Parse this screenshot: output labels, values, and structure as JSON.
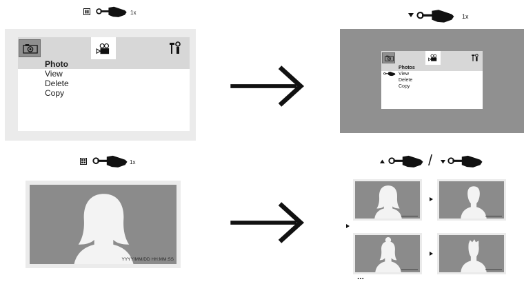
{
  "steps": [
    {
      "button_icon": "play-pause-icon",
      "hand_icon": "pointing-hand-icon",
      "count": "1x"
    },
    {
      "button_icon": "down-triangle-icon",
      "hand_icon": "pointing-hand-icon",
      "count": "1x"
    },
    {
      "button_icon": "grid-icon",
      "hand_icon": "pointing-hand-icon",
      "count": "1x"
    }
  ],
  "nav_step": {
    "up_icon": "up-triangle-icon",
    "separator": "/",
    "down_icon": "down-triangle-icon"
  },
  "menu_large": {
    "tabs": [
      "camera-icon",
      "video-camera-icon",
      "tools-icon"
    ],
    "items": [
      "Photo",
      "View",
      "Delete",
      "Copy"
    ],
    "selected": 0
  },
  "menu_small": {
    "tabs": [
      "camera-icon",
      "video-camera-icon",
      "tools-icon"
    ],
    "items": [
      "Photos",
      "View",
      "Delete",
      "Copy"
    ],
    "selected": 0,
    "pointer_icon": "pointing-hand-icon"
  },
  "photo_large": {
    "timestamp": "YYYY/MM/DD  HH:MM:SS"
  },
  "thumbnails": [
    {
      "subject": "woman-long-hair-silhouette"
    },
    {
      "subject": "man-short-hair-silhouette"
    },
    {
      "subject": "woman-bun-silhouette"
    },
    {
      "subject": "man-spiky-hair-silhouette"
    }
  ],
  "ellipsis": "..."
}
